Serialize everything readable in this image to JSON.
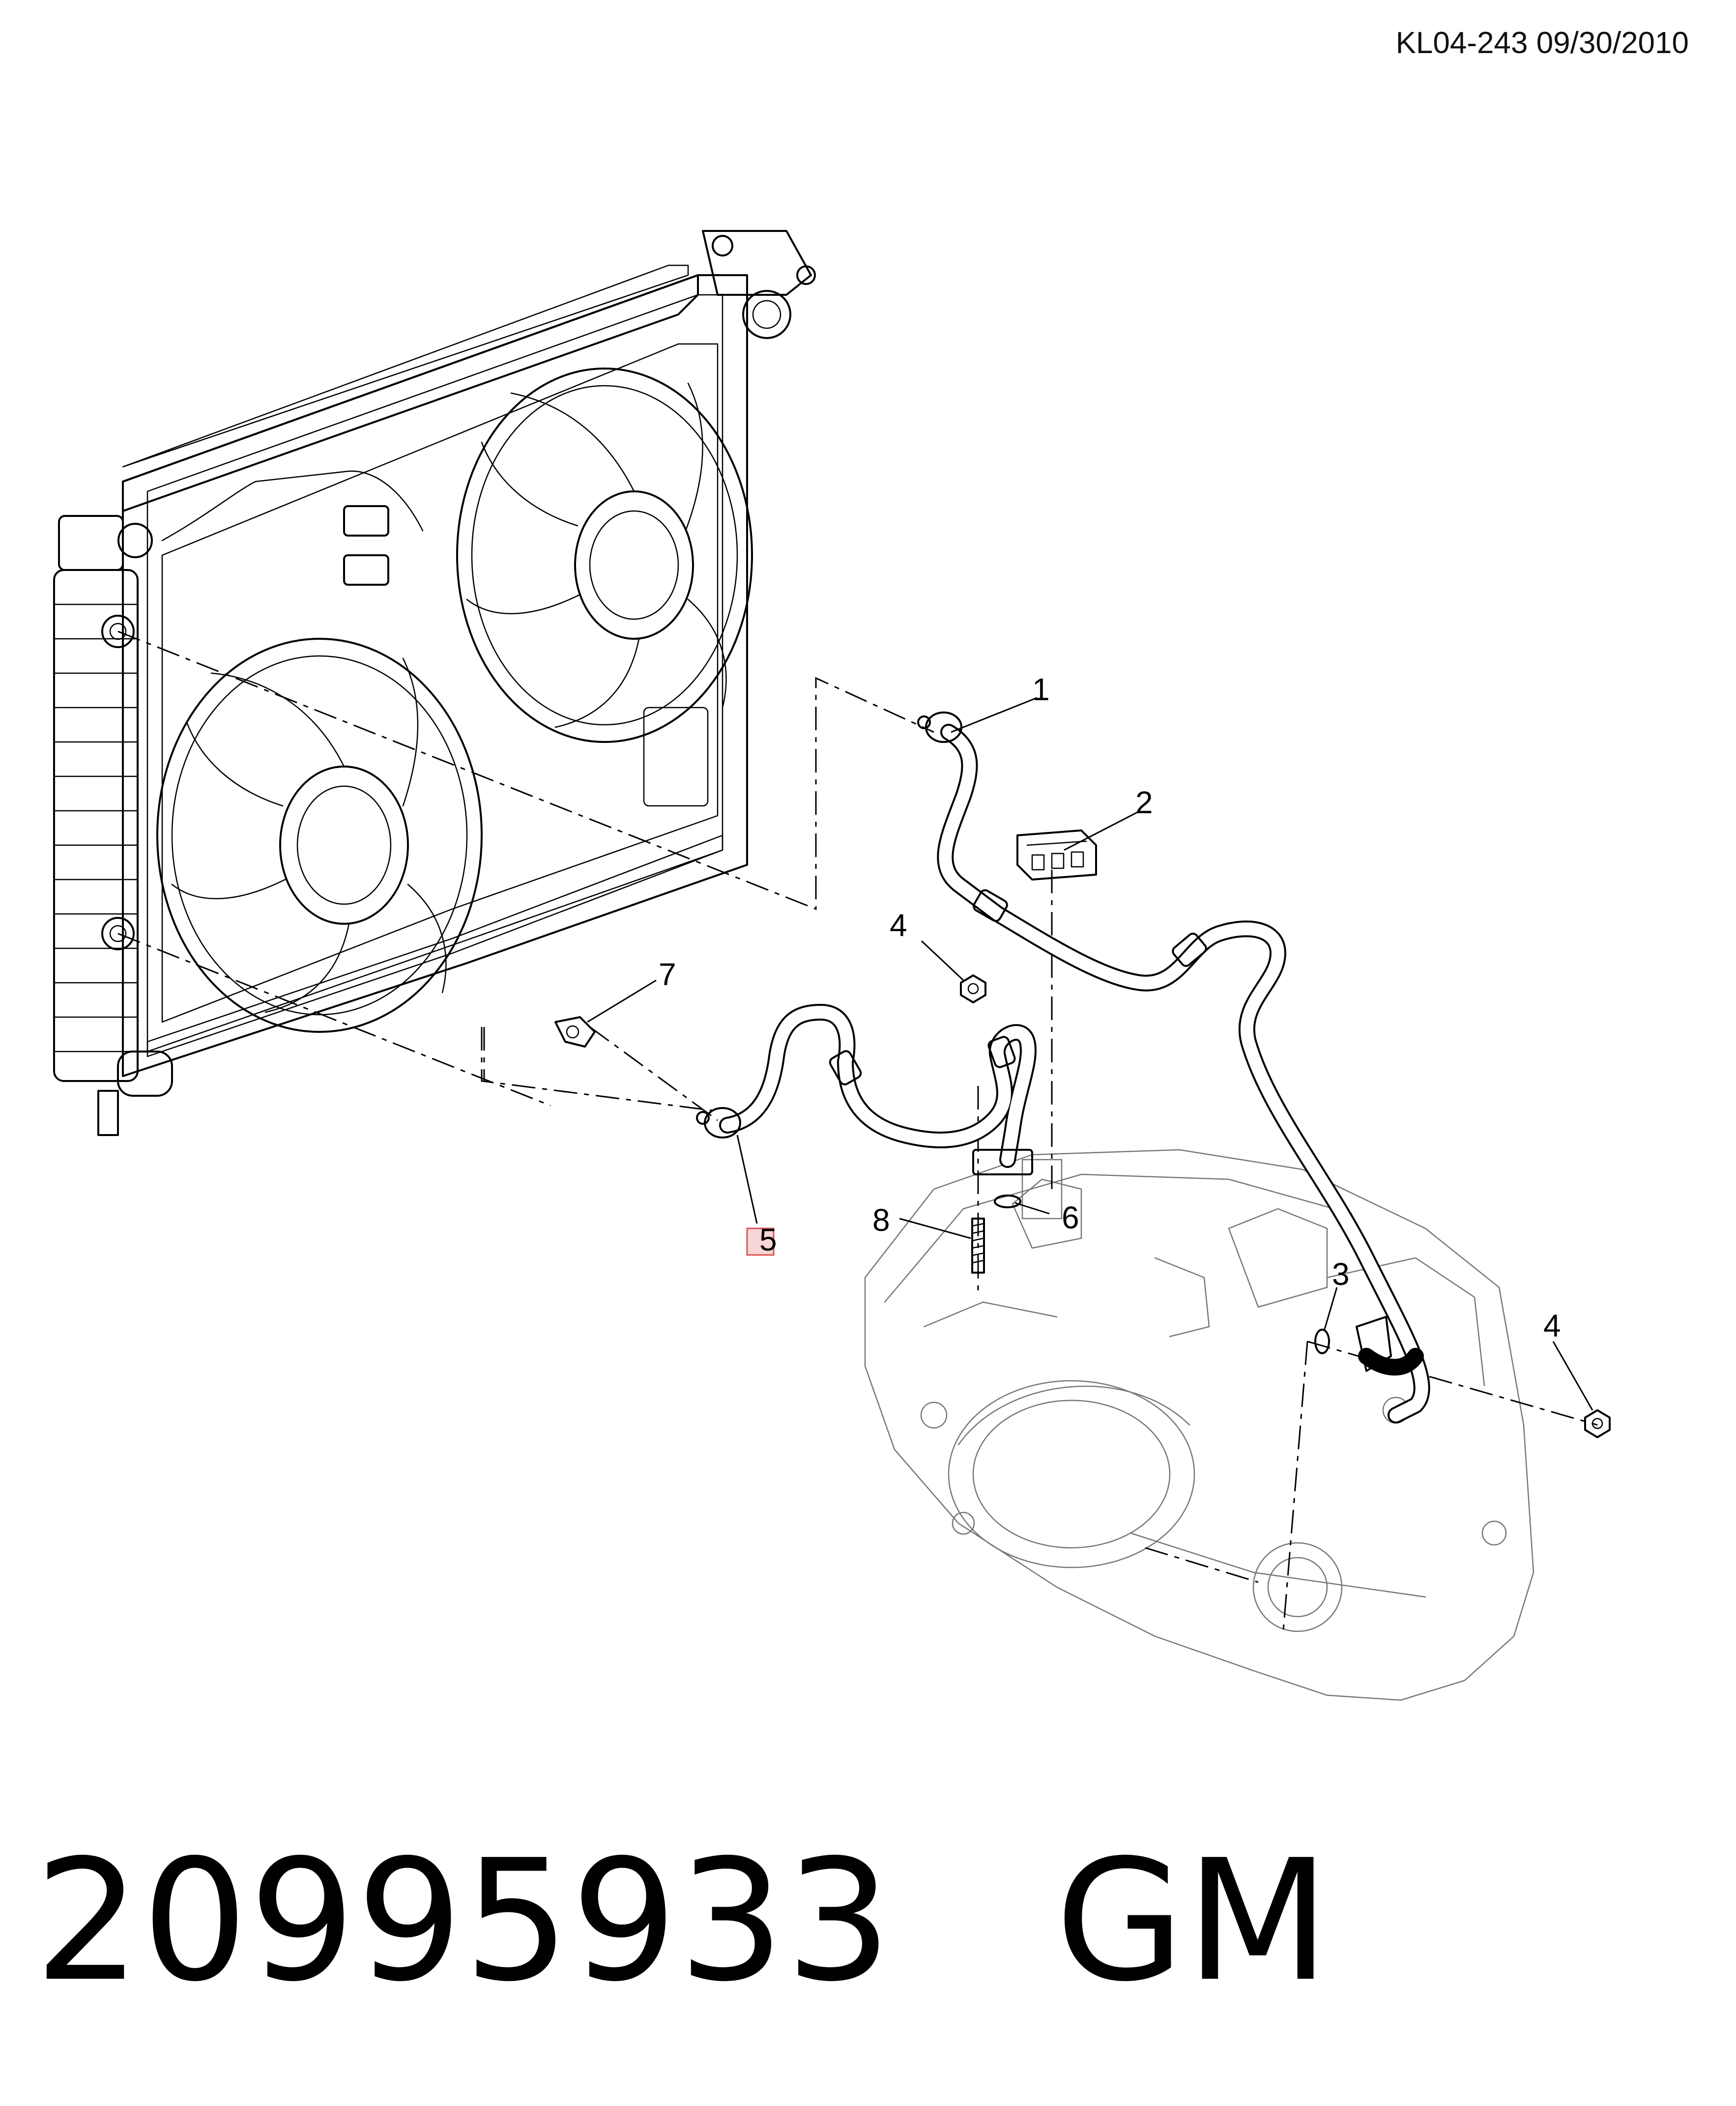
{
  "header": {
    "reference": "KL04-243 09/30/2010"
  },
  "footer": {
    "part_number": "20995933",
    "brand": "GM"
  },
  "callouts": [
    {
      "label": "1",
      "item": "transmission-fluid-cooler-outlet-pipe"
    },
    {
      "label": "2",
      "item": "pipe-retaining-clip"
    },
    {
      "label": "3",
      "item": "seal"
    },
    {
      "label": "4",
      "item": "nut"
    },
    {
      "label": "4",
      "item": "nut"
    },
    {
      "label": "5",
      "item": "transmission-fluid-cooler-inlet-pipe"
    },
    {
      "label": "6",
      "item": "seal"
    },
    {
      "label": "7",
      "item": "clip"
    },
    {
      "label": "8",
      "item": "stud"
    }
  ],
  "highlight": {
    "color": "#e05050",
    "callout": "5"
  }
}
